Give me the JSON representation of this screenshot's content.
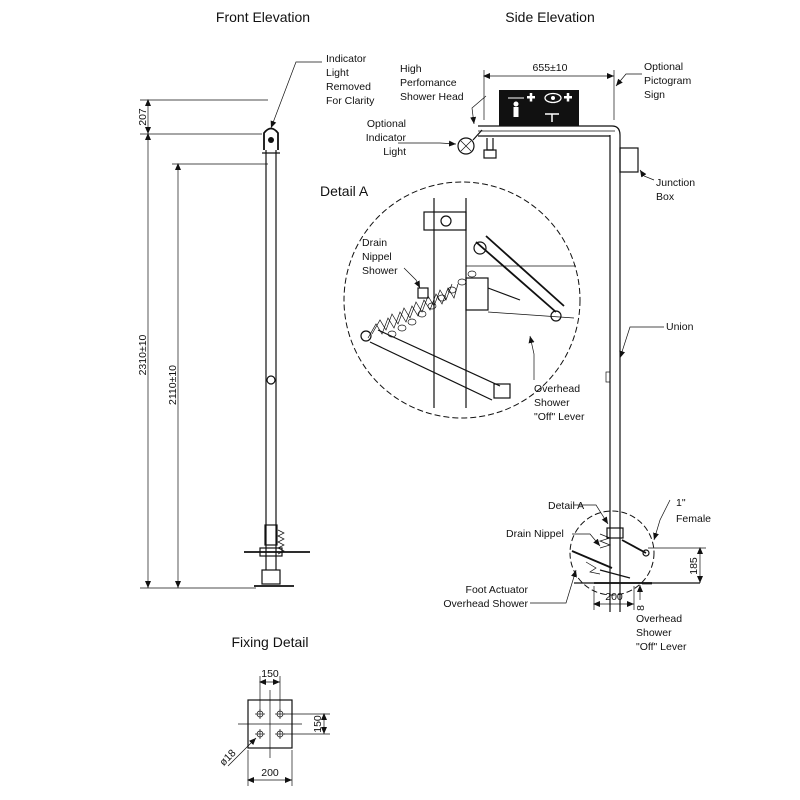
{
  "titles": {
    "front": "Front Elevation",
    "side": "Side Elevation",
    "fixing": "Fixing Detail",
    "detail_a": "Detail A"
  },
  "front": {
    "indicator_note": [
      "Indicator",
      "Light",
      "Removed",
      "For Clarity"
    ],
    "dim_top": "207",
    "dim_total": "2310±10",
    "dim_head": "2110±10"
  },
  "side": {
    "dim_width": "655±10",
    "shower_head": [
      "High",
      "Perfomance",
      "Shower Head"
    ],
    "pictogram": [
      "Optional",
      "Pictogram",
      "Sign"
    ],
    "indicator": [
      "Optional",
      "Indicator",
      "Light"
    ],
    "junction": [
      "Junction",
      "Box"
    ],
    "union": "Union",
    "detail_ref": "Detail A",
    "female": [
      "1\"",
      "Female"
    ],
    "drain": "Drain Nippel",
    "foot": [
      "Foot Actuator",
      "Overhead Shower"
    ],
    "off_lever": [
      "Overhead",
      "Shower",
      "\"Off\" Lever"
    ],
    "dim_185": "185",
    "dim_200": "200",
    "dim_8": "8"
  },
  "detail": {
    "drain": [
      "Drain",
      "Nippel",
      "Shower"
    ],
    "off_lever": [
      "Overhead",
      "Shower",
      "\"Off\" Lever"
    ]
  },
  "fixing": {
    "dim_top": "150",
    "dim_side": "150",
    "dim_bottom": "200",
    "hole": "ø18"
  },
  "sign": {
    "icons": [
      "shower-person-icon",
      "eye-wash-icon",
      "first-aid-cross-icon"
    ]
  }
}
